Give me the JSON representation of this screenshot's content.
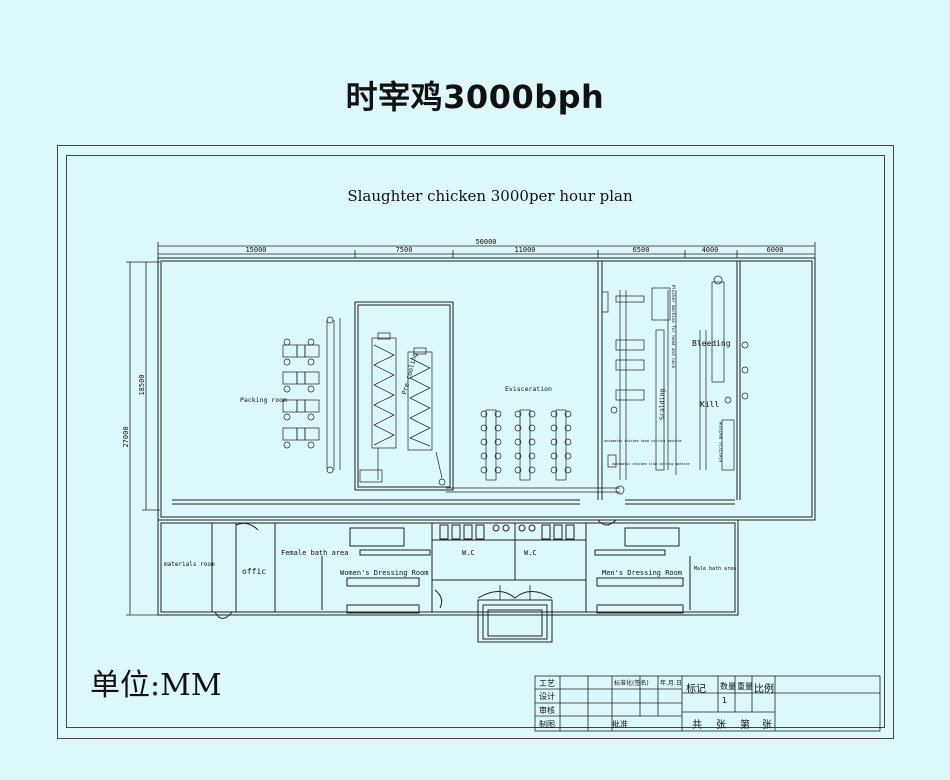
{
  "page": {
    "title": "时宰鸡3000bph"
  },
  "drawing": {
    "plan_title": "Slaughter chicken 3000per hour  plan",
    "unit_label": "单位:MM",
    "dimensions": {
      "total": "50000",
      "segments": [
        "15000",
        "7500",
        "11000",
        "6500",
        "4000",
        "6000"
      ],
      "height_total": "27000",
      "height_upper": "18500"
    },
    "rooms": {
      "packing": "Packing room",
      "precooling": "Pre-cooling",
      "evisceration": "Evisceration",
      "scalding": "Scalding",
      "bleeding": "Bleeding",
      "kill": "Kill",
      "plucker": "Plucker machine for head and neck",
      "electric": "electric machine",
      "auto_cutting": "automatic chicken head cutting machine",
      "auto_claw": "automatic chicken claw cutting machine",
      "materials": "materials room",
      "office": "offic",
      "female_bath": "Female bath area",
      "womens_dressing": "Women's Dressing Room",
      "wc_left": "W.C",
      "wc_right": "W.C",
      "mens_dressing": "Men's Dressing Room",
      "male_bath": "Male bath area"
    }
  },
  "title_block": {
    "left_labels": [
      "工艺",
      "设计",
      "审核",
      "制图"
    ],
    "header_cells": [
      "标准化",
      "(签名)",
      "年.月.日"
    ],
    "approve": "批准",
    "mark": "标记",
    "quantity": "数量",
    "weight": "重量",
    "scale": "比例",
    "count_value": "1",
    "sheets": [
      "共",
      "张",
      "第",
      "张"
    ]
  }
}
